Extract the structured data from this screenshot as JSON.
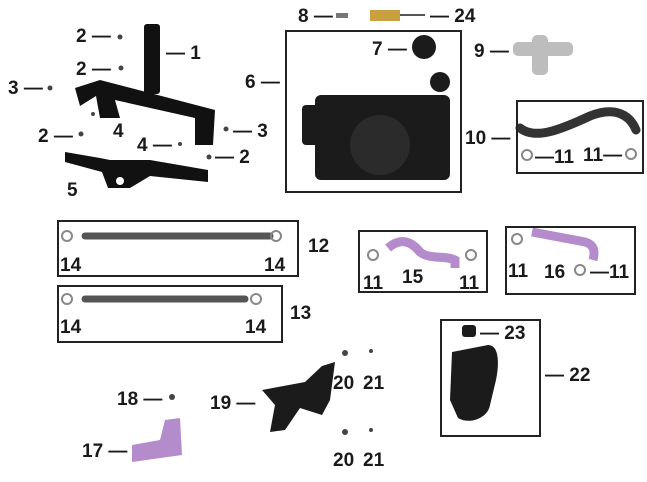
{
  "title": "Cooling system exploded parts diagram",
  "colors": {
    "bracket": "#111111",
    "hose_purple": "#b48ccc",
    "tee_grey": "#bdbdbd",
    "sensor_brass": "#c8a040"
  },
  "callouts": [
    "2 —",
    "— 1",
    "2 —",
    "3 —",
    "2 —",
    "4",
    "4 —",
    "— 3",
    "— 2",
    "5",
    "6 —",
    "8 —",
    "— 24",
    "7 —",
    "9 —",
    "10 —",
    "—11",
    "11—",
    "12",
    "14",
    "14",
    "13",
    "14",
    "14",
    "11",
    "15",
    "11",
    "11",
    "16",
    "—11",
    "— 23",
    "— 22",
    "18 —",
    "19 —",
    "20",
    "21",
    "17 —",
    "20",
    "21"
  ]
}
